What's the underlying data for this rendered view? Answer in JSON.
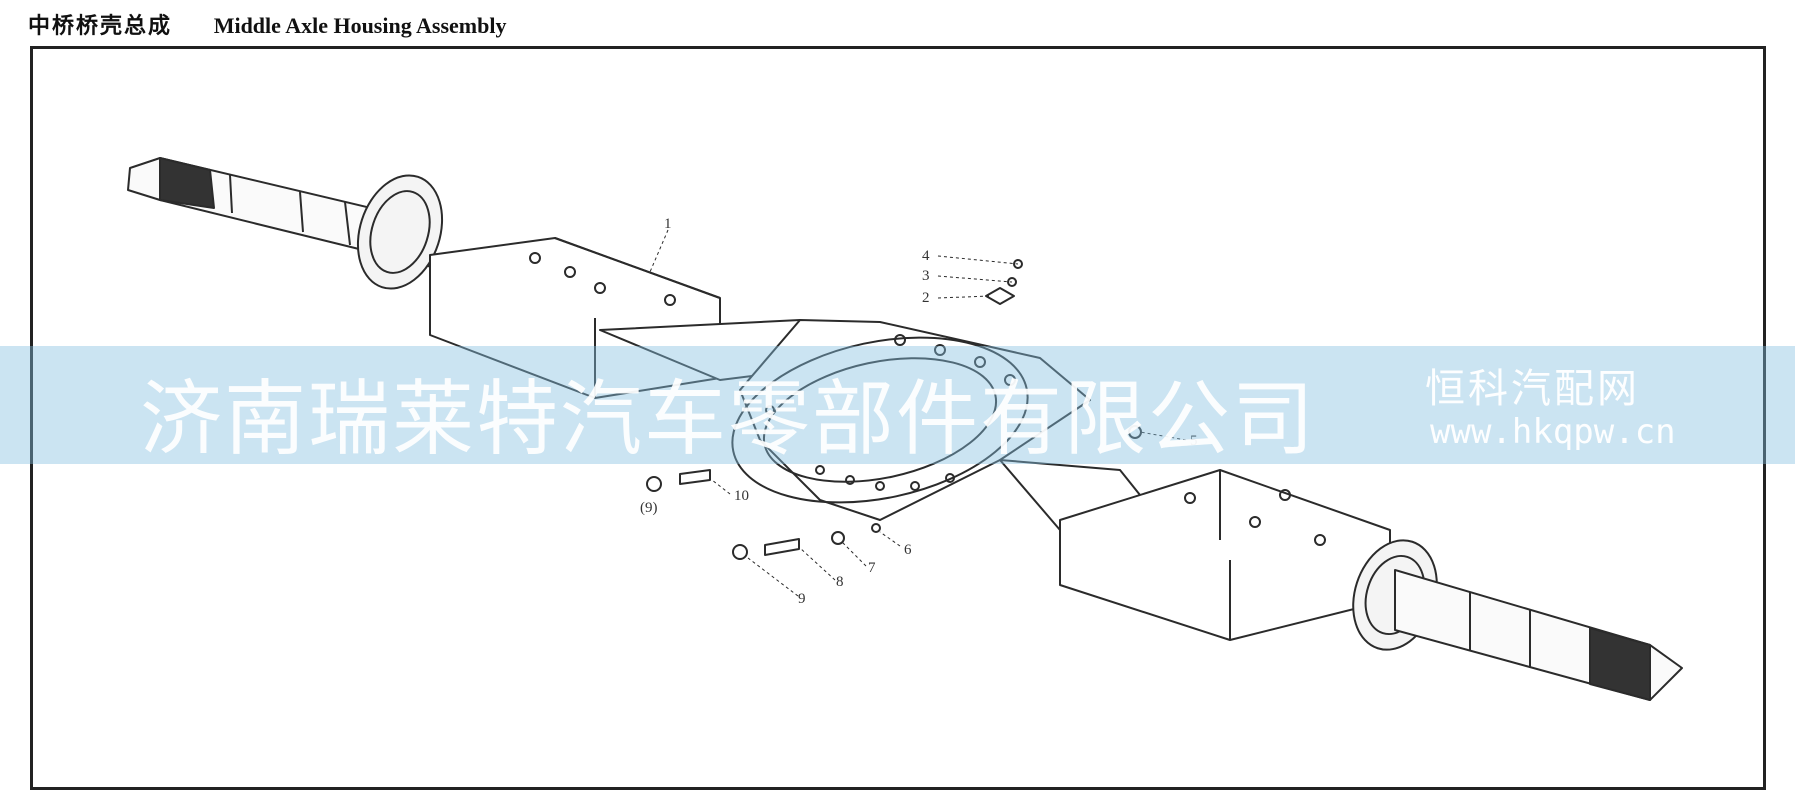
{
  "header": {
    "title_zh": "中桥桥壳总成",
    "title_en": "Middle Axle Housing Assembly"
  },
  "callouts": {
    "c1": "1",
    "c2": "2",
    "c3": "3",
    "c4": "4",
    "c5": "5",
    "c6": "6",
    "c7": "7",
    "c8": "8",
    "c9": "9",
    "c9p": "(9)",
    "c10": "10"
  },
  "watermark": {
    "company": "济南瑞莱特汽车零部件有限公司",
    "brand": "恒科汽配网",
    "url": "www.hkqpw.cn"
  },
  "colors": {
    "line": "#2b2b2b",
    "band": "#8cc4e4"
  }
}
